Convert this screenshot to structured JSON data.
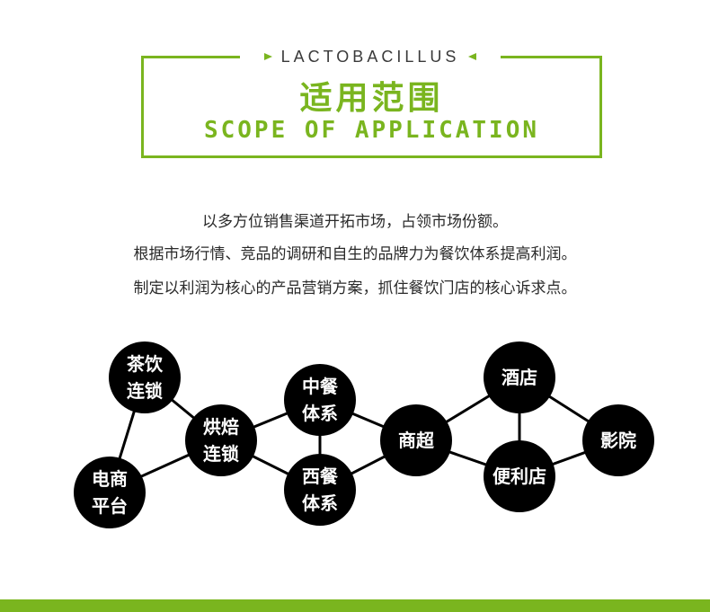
{
  "header": {
    "subtitle_en": "LACTOBACILLUS",
    "title_cn": "适用范围",
    "title_en": "SCOPE OF APPLICATION"
  },
  "description": {
    "line1": "以多方位销售渠道开拓市场，占领市场份额。",
    "line2": "根据市场行情、竞品的调研和自生的品牌力为餐饮体系提高利润。",
    "line3": "制定以利润为核心的产品营销方案，抓住餐饮门店的核心诉求点。"
  },
  "nodes": {
    "tea": {
      "line1": "茶饮",
      "line2": "连锁"
    },
    "ecommerce": {
      "line1": "电商",
      "line2": "平台"
    },
    "bakery": {
      "line1": "烘焙",
      "line2": "连锁"
    },
    "chinese": {
      "line1": "中餐",
      "line2": "体系"
    },
    "western": {
      "line1": "西餐",
      "line2": "体系"
    },
    "supermarket": {
      "label": "商超"
    },
    "hotel": {
      "label": "酒店"
    },
    "convenience": {
      "label": "便利店"
    },
    "cinema": {
      "label": "影院"
    }
  },
  "colors": {
    "accent": "#7ab51f",
    "node": "#000000"
  }
}
